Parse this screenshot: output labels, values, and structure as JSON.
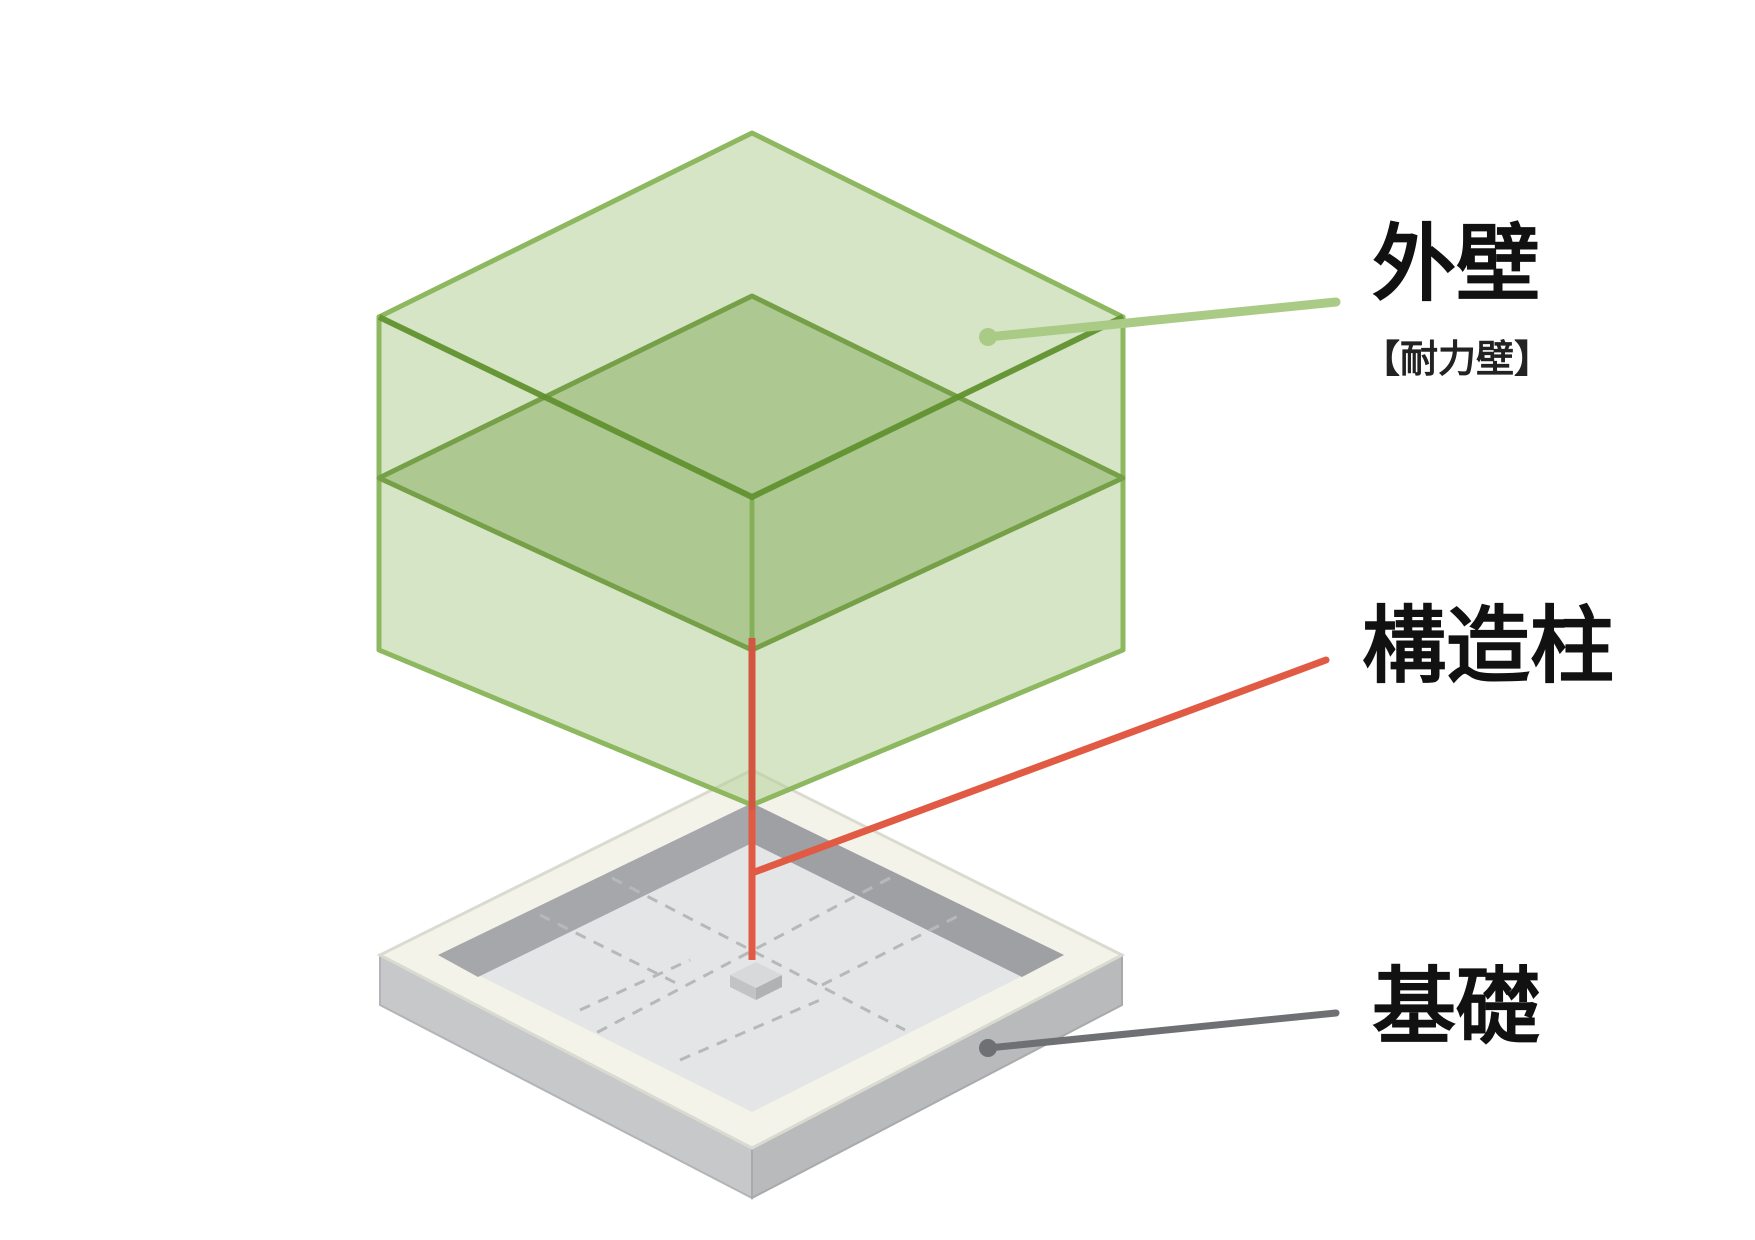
{
  "labels": {
    "exterior_wall": "外壁",
    "exterior_wall_sub": "【耐力壁】",
    "structural_column": "構造柱",
    "foundation": "基礎"
  },
  "colors": {
    "wall_fill": "#b5cf96",
    "wall_stroke": "#88b15a",
    "wall_floor": "#6f9b44",
    "wall_leader": "#a9cb86",
    "column": "#e05a44",
    "foundation_top": "#f4f4ec",
    "foundation_side": "#bfc0c2",
    "foundation_inner": "#a9aaad",
    "foundation_floor": "#e3e4e6",
    "foundation_leader": "#6f7073",
    "text": "#111111"
  }
}
